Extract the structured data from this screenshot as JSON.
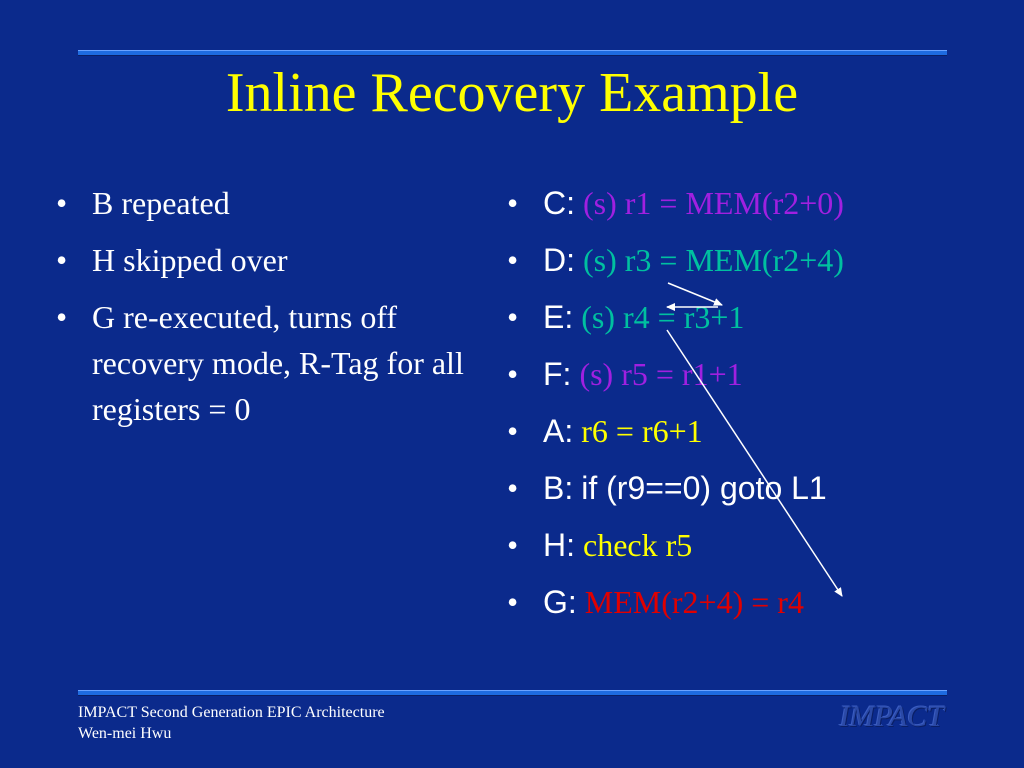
{
  "slide": {
    "title": "Inline Recovery Example",
    "left_bullets": [
      "B repeated",
      "H skipped over",
      "G re-executed, turns off recovery mode, R-Tag for all registers = 0"
    ],
    "right_bullets": [
      {
        "label": "C:",
        "code": "(s) r1 = MEM(r2+0)",
        "color": "#a020e0"
      },
      {
        "label": "D:",
        "code": "(s) r3 = MEM(r2+4)",
        "color": "#00c0a0"
      },
      {
        "label": "E:",
        "code": "(s) r4 = r3+1",
        "color": "#00c0a0"
      },
      {
        "label": "F:",
        "code": "(s) r5 = r1+1",
        "color": "#a020e0"
      },
      {
        "label": "A:",
        "code": "r6 = r6+1",
        "color": "#ffff00"
      },
      {
        "label": "B:",
        "code": "if (r9==0) goto L1",
        "color": "#ffffff"
      },
      {
        "label": "H:",
        "code": "check r5",
        "color": "#ffff00"
      },
      {
        "label": "G:",
        "code": "MEM(r2+4) = r4",
        "color": "#e00000"
      }
    ],
    "bullet_char": "•"
  },
  "footer": {
    "line1": "IMPACT Second Generation EPIC Architecture",
    "line2": "Wen-mei Hwu",
    "brand": "IMPACT"
  },
  "colors": {
    "background": "#0b2a8c",
    "title": "#ffff00",
    "rule": "#1e6be0"
  }
}
